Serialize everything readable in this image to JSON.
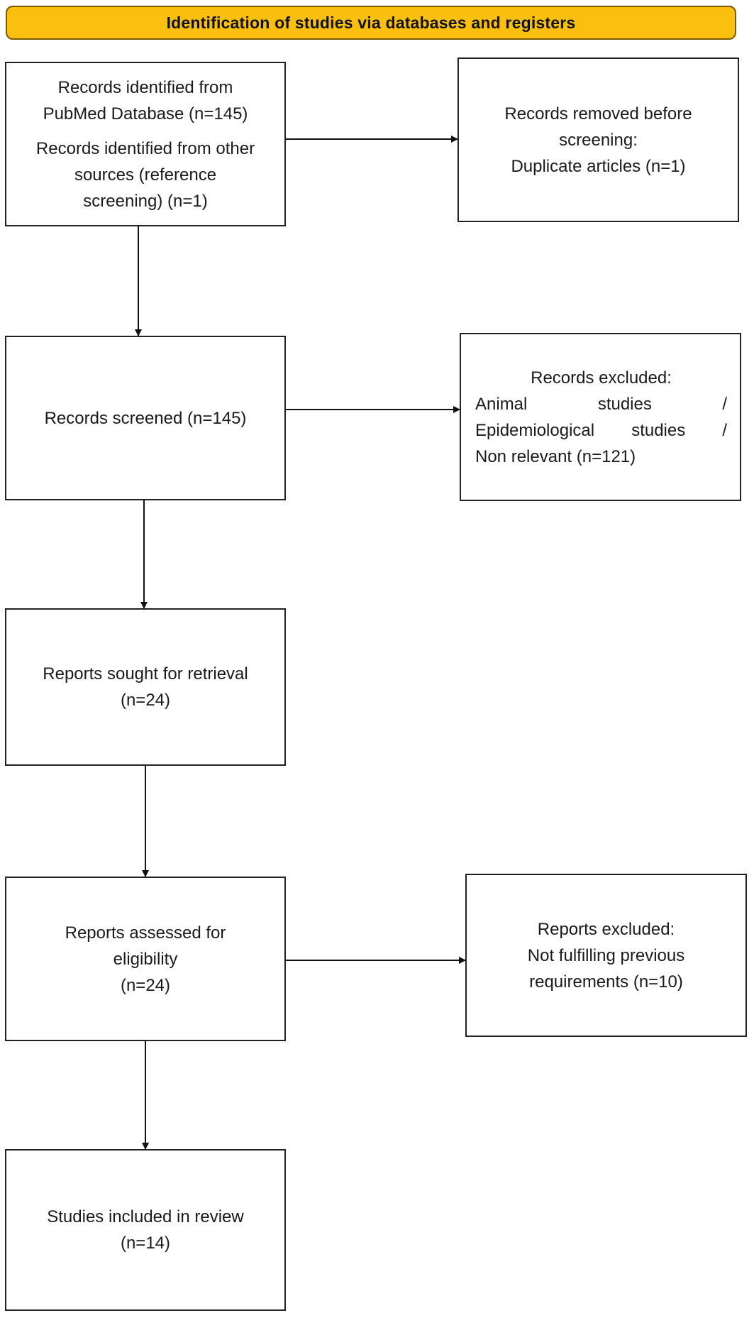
{
  "header": {
    "title": "Identification of studies via databases and registers"
  },
  "identification": {
    "line1": "Records identified from",
    "line2": "PubMed Database (n=145)",
    "line3": "Records identified from other",
    "line4": "sources (reference",
    "line5": "screening) (n=1)"
  },
  "removed": {
    "line1": "Records removed before",
    "line2": "screening:",
    "line3": "Duplicate articles (n=1)"
  },
  "screened": {
    "line1": "Records screened (n=145)"
  },
  "excluded": {
    "line1": "Records excluded:",
    "row1_a": "Animal",
    "row1_b": "studies",
    "row1_c": "/",
    "row2_a": "Epidemiological",
    "row2_b": "studies",
    "row2_c": "/",
    "row3": "Non relevant (n=121)"
  },
  "retrieval": {
    "line1": "Reports sought for retrieval",
    "line2": "(n=24)"
  },
  "eligibility": {
    "line1": "Reports assessed for",
    "line2": "eligibility",
    "line3": "(n=24)"
  },
  "reports_excluded": {
    "line1": "Reports excluded:",
    "line2": "Not fulfilling previous",
    "line3": "requirements (n=10)"
  },
  "included": {
    "line1": "Studies included in review",
    "line2": "(n=14)"
  }
}
